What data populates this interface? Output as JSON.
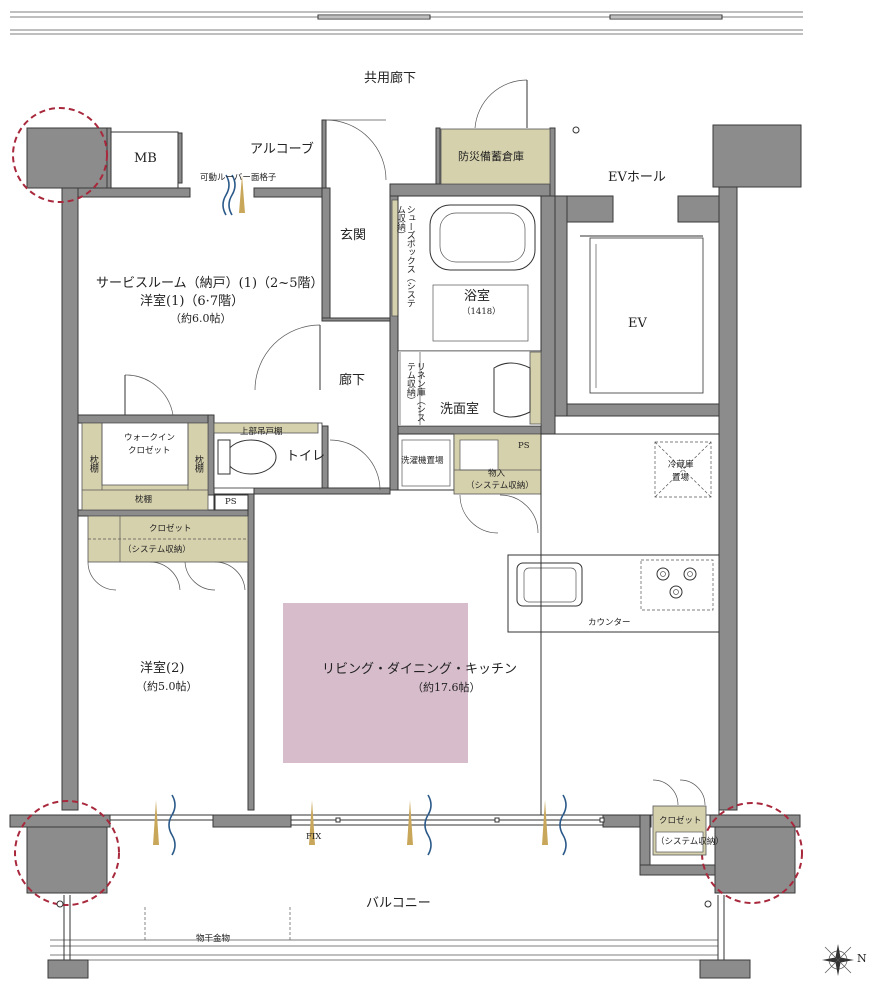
{
  "colors": {
    "wall": "#8c8c8c",
    "wall_stroke": "#3a3a3a",
    "storage_fill": "#d6d1ad",
    "ldk_highlight": "#d7bccb",
    "column_marker": "#a8283c",
    "wind_blue": "#2b5a8a",
    "light_gold": "#c9a75a"
  },
  "labels": {
    "common_corridor": "共用廊下",
    "alcove": "アルコーブ",
    "mb": "MB",
    "disaster_storage": "防災備蓄倉庫",
    "ev_hall": "EVホール",
    "ev": "EV",
    "louver": "可動ルーバー面格子",
    "entrance": "玄関",
    "shoes_box": "シューズボックス（システム収納）",
    "bathroom": "浴室",
    "bathroom_size": "（1418）",
    "service_room_line1": "サービスルーム（納戸）(1)（2~5階）",
    "service_room_line2": "洋室(1)（6·7階）",
    "service_room_size": "（約6.0帖）",
    "hallway": "廊下",
    "linen_storage": "リネン庫（システム収納）",
    "washroom": "洗面室",
    "walk_in_closet_line1": "ウォークイン",
    "walk_in_closet_line2": "クロゼット",
    "pillow_shelf": "枕棚",
    "upper_cabinet": "上部吊戸棚",
    "toilet": "トイレ",
    "washer_space": "洗濯機置場",
    "ps": "PS",
    "storage_line1": "物入",
    "storage_line2": "（システム収納）",
    "fridge_line1": "冷蔵庫",
    "fridge_line2": "置場",
    "closet": "クロゼット",
    "system_storage": "（システム収納）",
    "counter": "カウンター",
    "ldk": "リビング・ダイニング・キッチン",
    "ldk_size": "（約17.6帖）",
    "western_room_2": "洋室(2)",
    "western_room_2_size": "（約5.0帖）",
    "fix": "FIX",
    "balcony": "バルコニー",
    "laundry_hardware": "物干金物",
    "north": "N"
  },
  "icons": [
    "compass-icon",
    "wind-flow-icon",
    "light-flow-icon",
    "door-swing-icon",
    "stove-icon",
    "bathtub-icon",
    "toilet-icon",
    "sink-icon"
  ]
}
